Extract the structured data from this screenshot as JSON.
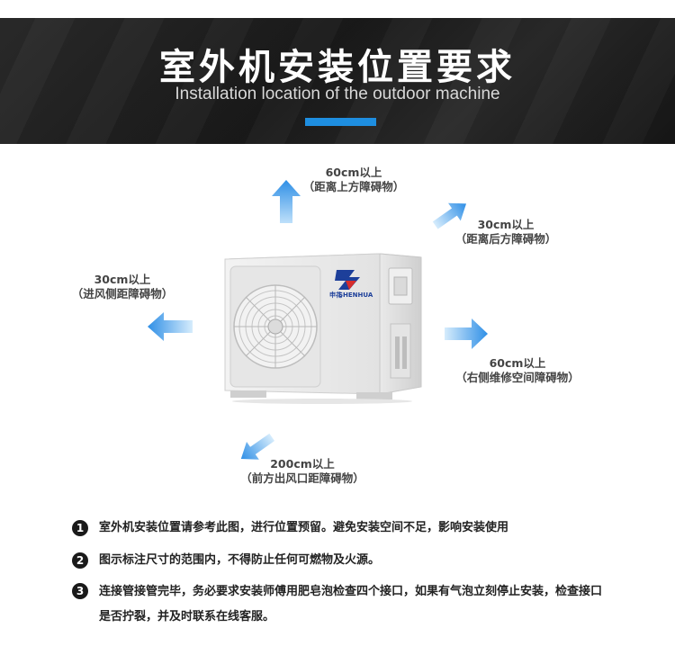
{
  "header": {
    "title_cn": "室外机安装位置要求",
    "title_en": "Installation location of the outdoor machine",
    "accent_color": "#1e8ee0"
  },
  "clearances": {
    "top": {
      "value": "60cm以上",
      "desc": "（距离上方障碍物）"
    },
    "back": {
      "value": "30cm以上",
      "desc": "（距离后方障碍物）"
    },
    "left": {
      "value": "30cm以上",
      "desc": "（进风侧距障碍物）"
    },
    "right": {
      "value": "60cm以上",
      "desc": "（右侧维修空间障碍物）"
    },
    "front": {
      "value": "200cm以上",
      "desc": "（前方出风口距障碍物）"
    }
  },
  "unit": {
    "brand_cn": "申花",
    "brand_en": "SHENHUA"
  },
  "notes": [
    {
      "num": "1",
      "text": "室外机安装位置请参考此图，进行位置预留。避免安装空间不足，影响安装使用"
    },
    {
      "num": "2",
      "text": "图示标注尺寸的范围内，不得防止任何可燃物及火源。"
    },
    {
      "num": "3",
      "text": "连接管接管完毕，务必要求安装师傅用肥皂泡检查四个接口，如果有气泡立刻停止安装，检查接口是否拧裂，并及时联系在线客服。"
    }
  ],
  "icons": [
    "arrow-up-icon",
    "arrow-up-right-icon",
    "arrow-left-icon",
    "arrow-right-icon",
    "arrow-down-left-icon"
  ]
}
